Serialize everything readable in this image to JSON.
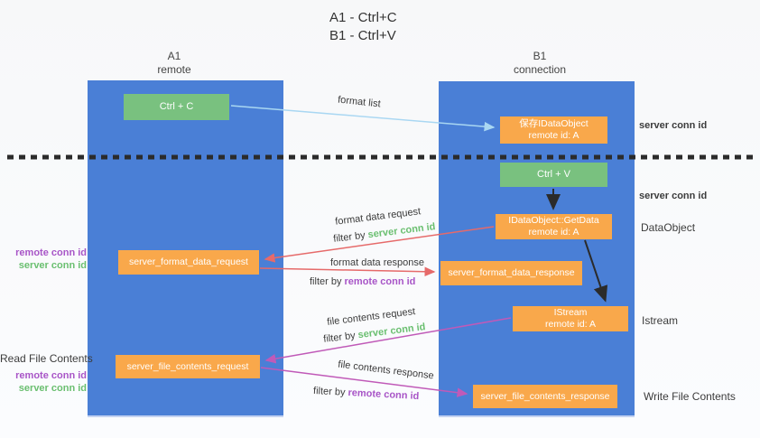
{
  "title": {
    "line1": "A1 - Ctrl+C",
    "line2": "B1 - Ctrl+V"
  },
  "columns": {
    "left": {
      "id": "A1",
      "subtitle": "remote"
    },
    "right": {
      "id": "B1",
      "subtitle": "connection"
    }
  },
  "nodes": {
    "ctrl_c": {
      "label": "Ctrl + C"
    },
    "save_idataobject": {
      "line1": "保存IDataObject",
      "line2": "remote id: A"
    },
    "ctrl_v": {
      "label": "Ctrl + V"
    },
    "getdata": {
      "line1": "IDataObject::GetData",
      "line2": "remote id: A"
    },
    "format_data_request": {
      "label": "server_format_data_request"
    },
    "format_data_response": {
      "label": "server_format_data_response"
    },
    "istream": {
      "line1": "IStream",
      "line2": "remote id: A"
    },
    "file_contents_request": {
      "label": "server_file_contents_request"
    },
    "file_contents_response": {
      "label": "server_file_contents_response"
    }
  },
  "messages": {
    "format_list": {
      "label": "format list"
    },
    "format_data_request": {
      "label": "format data request",
      "filter_prefix": "filter by",
      "filter_value": "server conn id"
    },
    "format_data_response": {
      "label": "format data response",
      "filter_prefix": "filter by",
      "filter_value": "remote conn id"
    },
    "file_contents_request": {
      "label": "file contents request",
      "filter_prefix": "filter by",
      "filter_value": "server conn id"
    },
    "file_contents_response": {
      "label": "file contents response",
      "filter_prefix": "filter by",
      "filter_value": "remote conn id"
    }
  },
  "side_labels": {
    "right_server_conn_id_top": "server conn id",
    "right_server_conn_id_mid": "server conn id",
    "dataobject": "DataObject",
    "istream": "Istream",
    "write_file_contents": "Write File Contents",
    "left_remote_conn_id_top": "remote conn id",
    "left_server_conn_id_top": "server conn id",
    "read_file_contents": "Read File Contents",
    "left_remote_conn_id_bottom": "remote conn id",
    "left_server_conn_id_bottom": "server conn id"
  },
  "colors": {
    "lifeline_blue": "#4a7fd6",
    "node_orange": "#f9a84b",
    "node_green": "#79c17f",
    "server_conn_id_green": "#6abf70",
    "remote_conn_id_purple": "#a855c7",
    "request_arrow_red": "#e66a6a",
    "file_arrow_magenta": "#c05ab8",
    "format_list_arrow_blue": "#a9d7f2",
    "separator_black": "#2b2b2b"
  }
}
